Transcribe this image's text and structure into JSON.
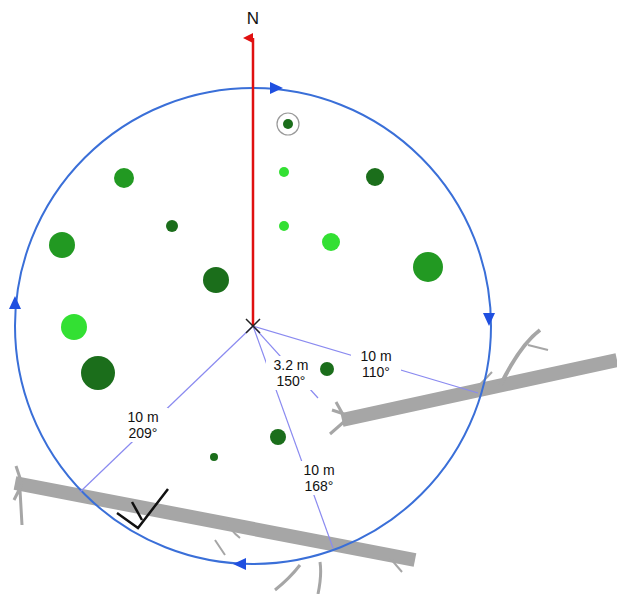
{
  "diagram": {
    "labels": [
      "N",
      "10 m 110°",
      "3.2 m 150°",
      "10 m 209°",
      "10 m 168°"
    ]
  }
}
